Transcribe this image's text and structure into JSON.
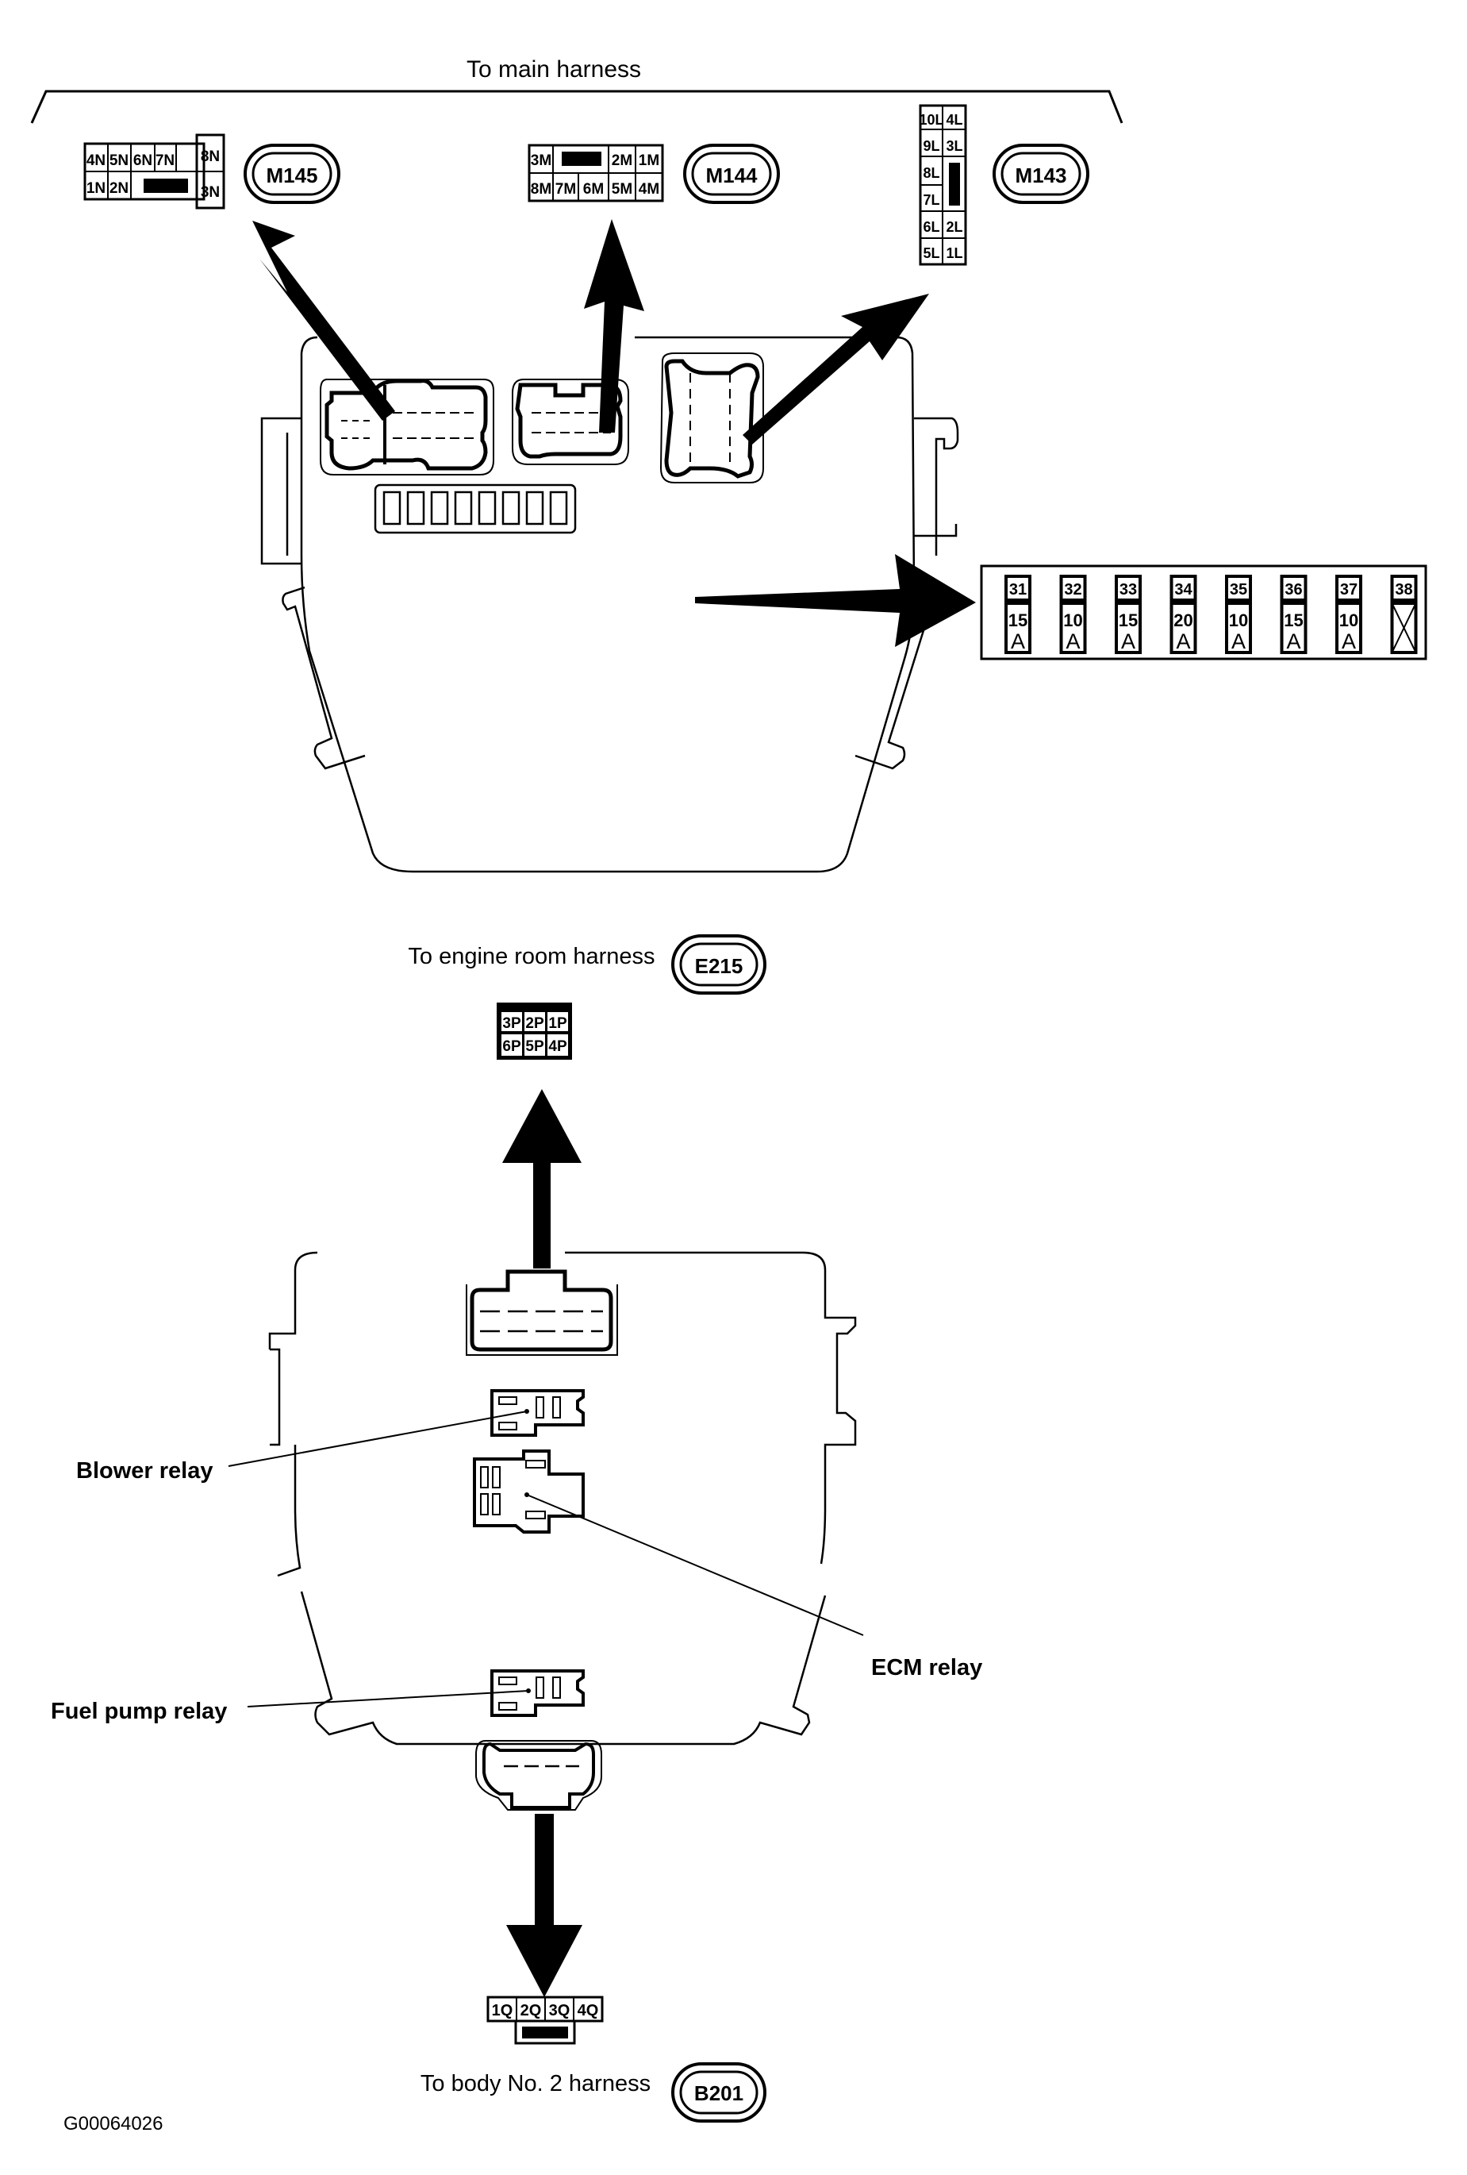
{
  "diagram": {
    "top_title": "To main harness",
    "connectors": {
      "M145": {
        "id": "M145",
        "top_row": [
          "4N",
          "5N",
          "6N",
          "7N",
          "8N"
        ],
        "bottom_row": [
          "1N",
          "2N",
          "",
          "3N"
        ]
      },
      "M144": {
        "id": "M144",
        "top_row": [
          "3M",
          "",
          "2M",
          "1M"
        ],
        "bottom_row": [
          "8M",
          "7M",
          "6M",
          "5M",
          "4M"
        ]
      },
      "M143": {
        "id": "M143",
        "left_col": [
          "10L",
          "9L",
          "8L",
          "7L",
          "6L",
          "5L"
        ],
        "right_col": [
          "4L",
          "3L",
          "",
          "2L",
          "1L"
        ]
      },
      "E215": {
        "id": "E215",
        "label": "To engine room harness",
        "top_row": [
          "3P",
          "2P",
          "1P"
        ],
        "bottom_row": [
          "6P",
          "5P",
          "4P"
        ]
      },
      "B201": {
        "id": "B201",
        "label": "To body No. 2 harness",
        "pins": [
          "1Q",
          "2Q",
          "3Q",
          "4Q"
        ]
      }
    },
    "fuses": [
      {
        "number": "31",
        "rating": "15",
        "unit": "A"
      },
      {
        "number": "32",
        "rating": "10",
        "unit": "A"
      },
      {
        "number": "33",
        "rating": "15",
        "unit": "A"
      },
      {
        "number": "34",
        "rating": "20",
        "unit": "A"
      },
      {
        "number": "35",
        "rating": "10",
        "unit": "A"
      },
      {
        "number": "36",
        "rating": "15",
        "unit": "A"
      },
      {
        "number": "37",
        "rating": "10",
        "unit": "A"
      },
      {
        "number": "38",
        "rating": "",
        "unit": "",
        "empty": true
      }
    ],
    "relays": {
      "blower": "Blower relay",
      "ecm": "ECM relay",
      "fuel_pump": "Fuel pump relay"
    },
    "figure_id": "G00064026"
  }
}
